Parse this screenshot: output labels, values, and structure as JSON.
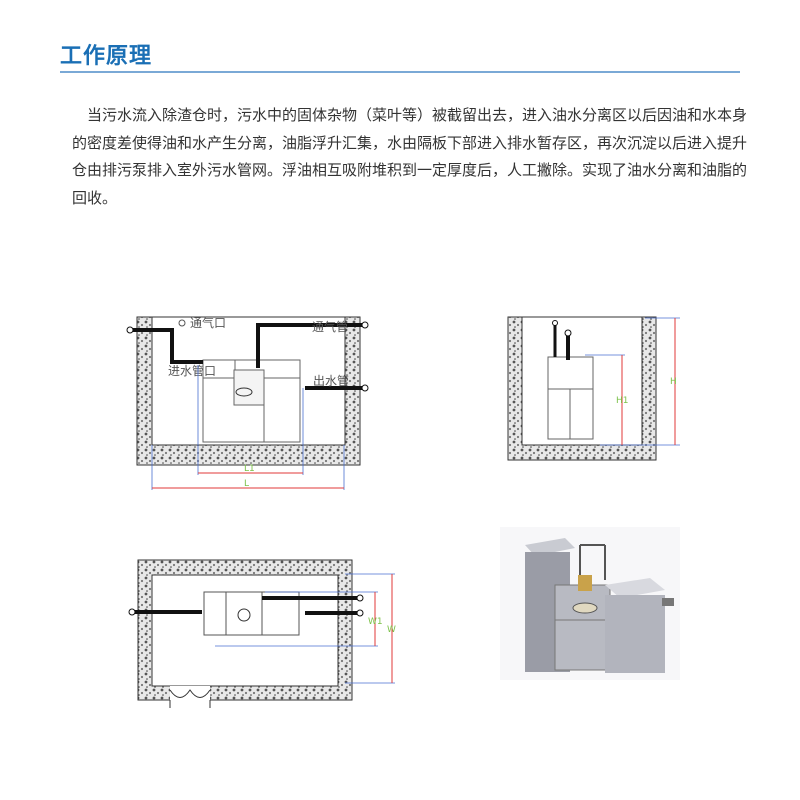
{
  "section": {
    "title": "工作原理",
    "paragraph": "当污水流入除渣仓时，污水中的固体杂物（菜叶等）被截留出去，进入油水分离区以后因油和水本身的密度差使得油和水产生分离，油脂浮升汇集，水由隔板下部进入排水暂存区，再次沉淀以后进入提升仓由排污泵排入室外污水管网。浮油相互吸附堆积到一定厚度后，人工撇除。实现了油水分离和油脂的回收。"
  },
  "front_view": {
    "vent_port": "通气口",
    "vent_pipe": "通气管",
    "inlet": "进水管口",
    "outlet": "出水管",
    "dim_l1": "L1",
    "dim_l": "L"
  },
  "side_view": {
    "dim_h1": "H1",
    "dim_h": "H"
  },
  "top_view": {
    "dim_w1": "W1",
    "dim_w": "W"
  },
  "colors": {
    "title": "#1a6fb5",
    "dim_line": "#e03a3a",
    "ext_line": "#4a6fd0",
    "dim_text": "#7cc24a"
  }
}
